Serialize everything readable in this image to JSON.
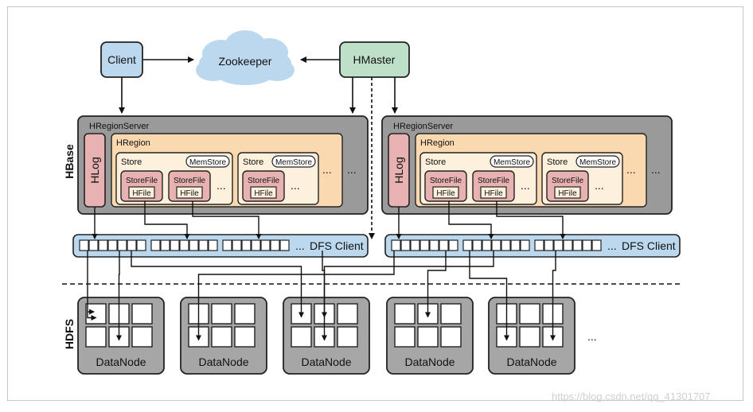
{
  "diagram": {
    "client": "Client",
    "zookeeper": "Zookeeper",
    "hmaster": "HMaster",
    "hbase_label": "HBase",
    "hdfs_label": "HDFS",
    "region_servers": [
      {
        "title": "HRegionServer",
        "hlog": "HLog",
        "hregion": "HRegion",
        "stores": [
          {
            "label": "Store",
            "memstore": "MemStore",
            "storefiles": [
              {
                "storefile": "StoreFile",
                "hfile": "HFile"
              },
              {
                "storefile": "StoreFile",
                "hfile": "HFile"
              }
            ],
            "ellipsis": "..."
          },
          {
            "label": "Store",
            "memstore": "MemStore",
            "storefiles": [
              {
                "storefile": "StoreFile",
                "hfile": "HFile"
              }
            ],
            "ellipsis": "..."
          }
        ],
        "store_ellipsis": "...",
        "region_ellipsis": "..."
      },
      {
        "title": "HRegionServer",
        "hlog": "HLog",
        "hregion": "HRegion",
        "stores": [
          {
            "label": "Store",
            "memstore": "MemStore",
            "storefiles": [
              {
                "storefile": "StoreFile",
                "hfile": "HFile"
              },
              {
                "storefile": "StoreFile",
                "hfile": "HFile"
              }
            ],
            "ellipsis": "..."
          },
          {
            "label": "Store",
            "memstore": "MemStore",
            "storefiles": [
              {
                "storefile": "StoreFile",
                "hfile": "HFile"
              }
            ],
            "ellipsis": "..."
          }
        ],
        "store_ellipsis": "...",
        "region_ellipsis": "..."
      }
    ],
    "dfs_clients": [
      {
        "label": "DFS Client",
        "ellipsis": "..."
      },
      {
        "label": "DFS Client",
        "ellipsis": "..."
      }
    ],
    "datanodes": [
      "DataNode",
      "DataNode",
      "DataNode",
      "DataNode",
      "DataNode"
    ],
    "datanode_ellipsis": "...",
    "watermark": "https://blog.csdn.net/qq_41301707",
    "colors": {
      "client_fill": "#bcd8ee",
      "hmaster_fill": "#bfe0c8",
      "cloud_fill": "#bcd8ee",
      "server_fill": "#9a9a9a",
      "hlog_fill": "#e8b2b2",
      "hregion_fill": "#fbd9b0",
      "store_fill": "#fdf0dc",
      "storefile_fill": "#e8b2b2",
      "dfs_fill": "#bcd8ee",
      "datanode_fill": "#a6a6a6"
    }
  }
}
